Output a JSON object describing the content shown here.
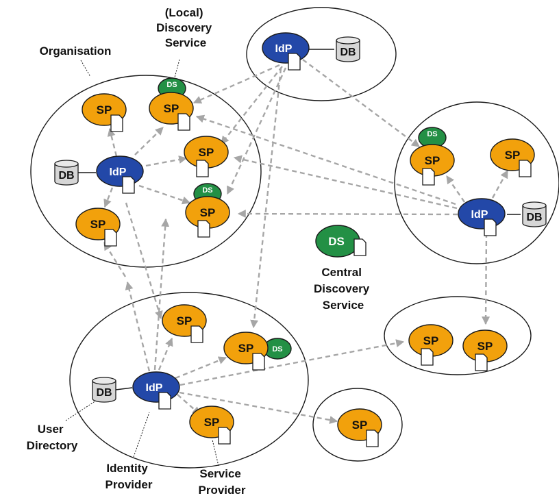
{
  "nodes": {
    "sp": "SP",
    "idp": "IdP",
    "ds": "DS",
    "db": "DB"
  },
  "labels": {
    "local_ds": [
      "(Local)",
      "Discovery",
      "Service"
    ],
    "organisation": "Organisation",
    "central_ds": [
      "Central",
      "Discovery",
      "Service"
    ],
    "user_directory": [
      "User",
      "Directory"
    ],
    "identity_provider": [
      "Identity",
      "Provider"
    ],
    "service_provider": [
      "Service",
      "Provider"
    ]
  },
  "colors": {
    "service_provider": "#f2a10c",
    "identity_provider": "#2348a8",
    "discovery_service": "#239045",
    "database": "#d6d6d6",
    "arrow": "#a6a6a6"
  }
}
